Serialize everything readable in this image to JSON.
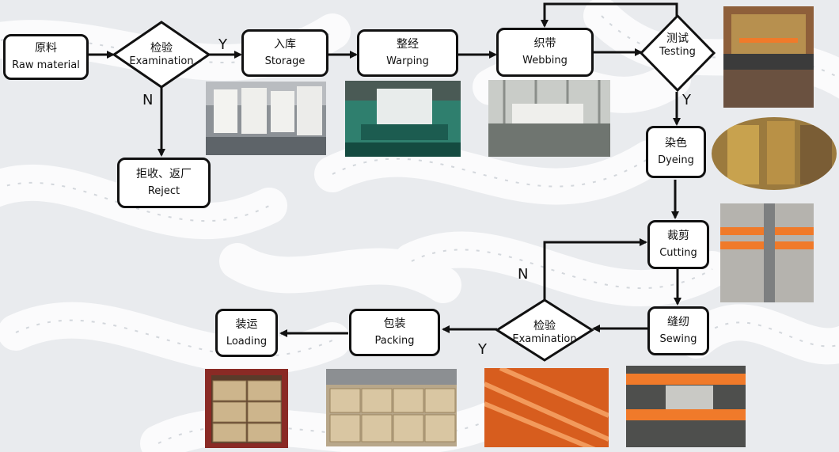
{
  "nodes": {
    "raw_material": {
      "zh": "原料",
      "en": "Raw material"
    },
    "exam1": {
      "zh": "检验",
      "en": "Examination"
    },
    "storage": {
      "zh": "入库",
      "en": "Storage"
    },
    "warping": {
      "zh": "整经",
      "en": "Warping"
    },
    "webbing": {
      "zh": "织带",
      "en": "Webbing"
    },
    "testing": {
      "zh": "测试",
      "en": "Testing"
    },
    "reject": {
      "zh": "拒收、返厂",
      "en": "Reject"
    },
    "dyeing": {
      "zh": "染色",
      "en": "Dyeing"
    },
    "cutting": {
      "zh": "裁剪",
      "en": "Cutting"
    },
    "sewing": {
      "zh": "缝纫",
      "en": "Sewing"
    },
    "exam2": {
      "zh": "检验",
      "en": "Examination"
    },
    "packing": {
      "zh": "包装",
      "en": "Packing"
    },
    "loading": {
      "zh": "装运",
      "en": "Loading"
    }
  },
  "edge_labels": {
    "exam1_yes": "Y",
    "exam1_no": "N",
    "testing_yes": "Y",
    "exam2_no": "N",
    "exam2_yes": "Y"
  },
  "colors": {
    "box_border": "#111111",
    "arrow": "#111111",
    "strap_orange": "#f07a2a"
  }
}
